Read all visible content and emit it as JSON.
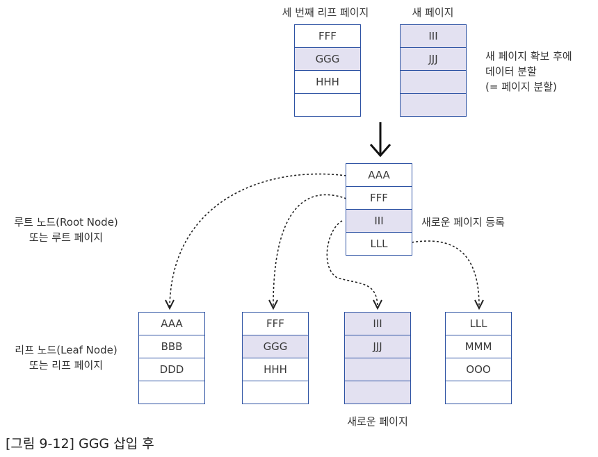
{
  "top_labels": {
    "third_leaf": "세 번째 리프 페이지",
    "new_page": "새 페이지"
  },
  "split_note": [
    "새 페이지 확보 후에",
    "데이터 분할",
    "(= 페이지 분할)"
  ],
  "third_leaf_page": [
    "FFF",
    "GGG",
    "HHH",
    ""
  ],
  "new_page_top": [
    "III",
    "JJJ",
    "",
    ""
  ],
  "root_page": [
    "AAA",
    "FFF",
    "III",
    "LLL"
  ],
  "root_note": "새로운 페이지 등록",
  "root_label": [
    "루트 노드(Root Node)",
    "또는 루트 페이지"
  ],
  "leaf_label": [
    "리프 노드(Leaf Node)",
    "또는 리프 페이지"
  ],
  "leaf_pages": [
    [
      "AAA",
      "BBB",
      "DDD",
      ""
    ],
    [
      "FFF",
      "GGG",
      "HHH",
      ""
    ],
    [
      "III",
      "JJJ",
      "",
      ""
    ],
    [
      "LLL",
      "MMM",
      "OOO",
      ""
    ]
  ],
  "new_page_bottom_label": "새로운 페이지",
  "caption": "[그림 9-12] GGG 삽입 후",
  "colors": {
    "border": "#2d52a3",
    "shade": "#e3e1f1"
  }
}
